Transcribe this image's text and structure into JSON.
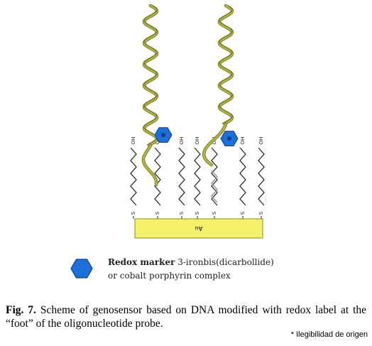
{
  "diagram": {
    "electrode_label": "Au",
    "chain_terminal_label": "OH",
    "thiol_label": "S",
    "colors": {
      "helix": "#b2b33a",
      "helix_dark": "#6f6f22",
      "electrode_fill": "#f5f06a",
      "electrode_stroke": "#8a8a30",
      "marker_fill": "#1d6fd9",
      "marker_stroke": "#0b3f8a",
      "chain": "#2a2a2a",
      "linker_gray": "#9a9a9a"
    }
  },
  "legend": {
    "icon": "hexagon-icon",
    "line1_bold": "Redox marker",
    "line1_rest": " 3-ironbis(dicarbollide)",
    "line2": "or cobalt porphyrin complex"
  },
  "caption": {
    "label": "Fig. 7.",
    "text": " Scheme of genosensor based on DNA modified with redox label at the “foot” of the oligonucleotide probe."
  },
  "note": "* Ilegibilidad de origen"
}
